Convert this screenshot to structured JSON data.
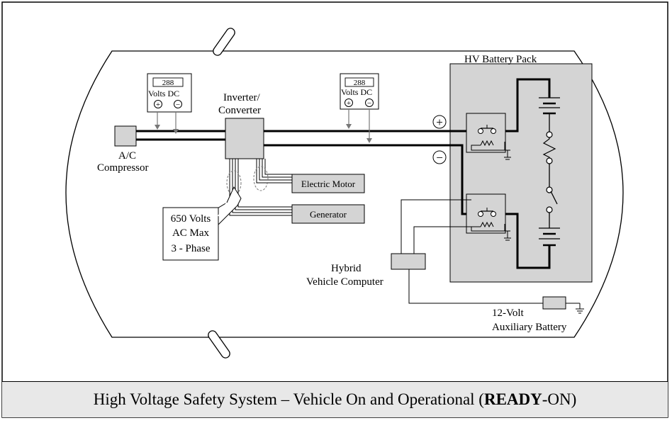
{
  "labels": {
    "hv_pack": "HV Battery Pack",
    "inverter_line1": "Inverter/",
    "inverter_line2": "Converter",
    "ac_line1": "A/C",
    "ac_line2": "Compressor",
    "electric_motor": "Electric Motor",
    "generator": "Generator",
    "callout_line1": "650 Volts",
    "callout_line2": "AC Max",
    "callout_line3": "3 - Phase",
    "hvc_line1": "Hybrid",
    "hvc_line2": "Vehicle Computer",
    "aux_line1": "12-Volt",
    "aux_line2": "Auxiliary Battery",
    "plus_symbol": "+",
    "minus_symbol": "−"
  },
  "meters": [
    {
      "reading": "288",
      "unit": "Volts DC",
      "plus": "+",
      "minus": "−"
    },
    {
      "reading": "288",
      "unit": "Volts DC",
      "plus": "+",
      "minus": "−"
    }
  ],
  "caption": {
    "prefix": "High Voltage Safety System – Vehicle On and Operational (",
    "bold": "READY",
    "suffix": "-ON)"
  }
}
